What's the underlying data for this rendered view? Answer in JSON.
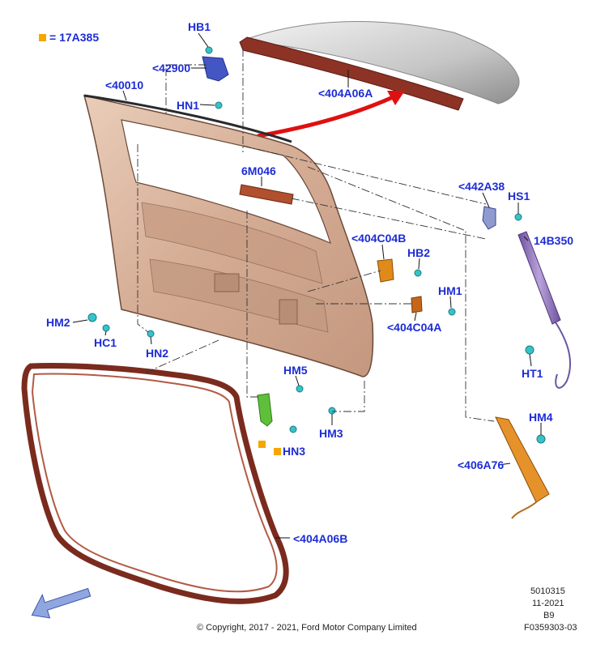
{
  "legend": {
    "text": "= 17A385",
    "swatch_color": "#f5a600"
  },
  "label_color": "#1d2cd6",
  "labels": {
    "hb1": "HB1",
    "p42900": "<42900",
    "hn1": "HN1",
    "p40010": "<40010",
    "p404a06a": "<404A06A",
    "p6m046": "6M046",
    "p442a38": "<442A38",
    "hs1": "HS1",
    "p14b350": "14B350",
    "p404c04b": "<404C04B",
    "hb2": "HB2",
    "hm1": "HM1",
    "p404c04a": "<404C04A",
    "hm2": "HM2",
    "hc1": "HC1",
    "hn2": "HN2",
    "ht1": "HT1",
    "hm5": "HM5",
    "hm3": "HM3",
    "hn3": "HN3",
    "hm4": "HM4",
    "p406a76": "<406A76",
    "p404a06b": "<404A06B"
  },
  "meta": {
    "code": "5010315",
    "date": "11-2021",
    "variant": "B9",
    "figure_id": "F0359303-03"
  },
  "copyright": "© Copyright, 2017 - 2021, Ford Motor Company Limited",
  "colors": {
    "liftgate": "#d9b6a0",
    "seal": "#7a2b1e",
    "spoiler": "#c9c9c9",
    "fastener": "#35c3c9",
    "hinge": "#3b4fbf",
    "strut": "#8f6fb5",
    "bracket": "#e08a1c",
    "arrow": "#e01010"
  },
  "icons": [
    "front-direction-arrow-icon",
    "red-install-arrow-icon"
  ]
}
